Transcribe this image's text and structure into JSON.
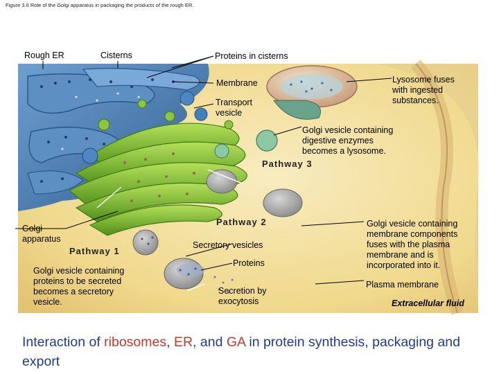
{
  "caption": "Figure 3.6 Role of the Golgi apparatus in packaging the products of the rough ER.",
  "labels": {
    "rough_er": "Rough ER",
    "cisterns": "Cisterns",
    "proteins_in_cisterns": "Proteins in cisterns",
    "membrane": "Membrane",
    "lysosome_fuses": [
      "Lysosome fuses",
      "with ingested",
      "substances."
    ],
    "transport_vesicle": [
      "Transport",
      "vesicle"
    ],
    "golgi_vesicle_lysosome": [
      "Golgi vesicle containing",
      "digestive enzymes",
      "becomes a lysosome."
    ],
    "pathway3": "Pathway 3",
    "pathway2": "Pathway 2",
    "pathway1": "Pathway 1",
    "golgi_apparatus": [
      "Golgi",
      "apparatus"
    ],
    "secretory_vesicles": "Secretory vesicles",
    "proteins": "Proteins",
    "golgi_vesicle_secreted": [
      "Golgi vesicle containing",
      "proteins to be secreted",
      "becomes a secretory",
      "vesicle."
    ],
    "secretion": [
      "Secretion by",
      "exocytosis"
    ],
    "golgi_vesicle_membrane": [
      "Golgi vesicle containing",
      "membrane components",
      "fuses with the plasma",
      "membrane and is",
      "incorporated into it."
    ],
    "plasma_membrane": "Plasma membrane",
    "extracellular_fluid": "Extracellular fluid"
  },
  "bottom_text": {
    "p1": "Interaction of ",
    "p2": "ribosomes",
    "p3": ", ",
    "p4": "ER",
    "p5": ", and ",
    "p6": "GA",
    "p7": " in protein synthesis, packaging and export"
  },
  "colors": {
    "er_blue": "#4a7fb0",
    "golgi_green": "#7fbf2f",
    "cytoplasm": "#f3dfa0",
    "text_blue": "#1f3a93",
    "text_red": "#c0392b"
  }
}
